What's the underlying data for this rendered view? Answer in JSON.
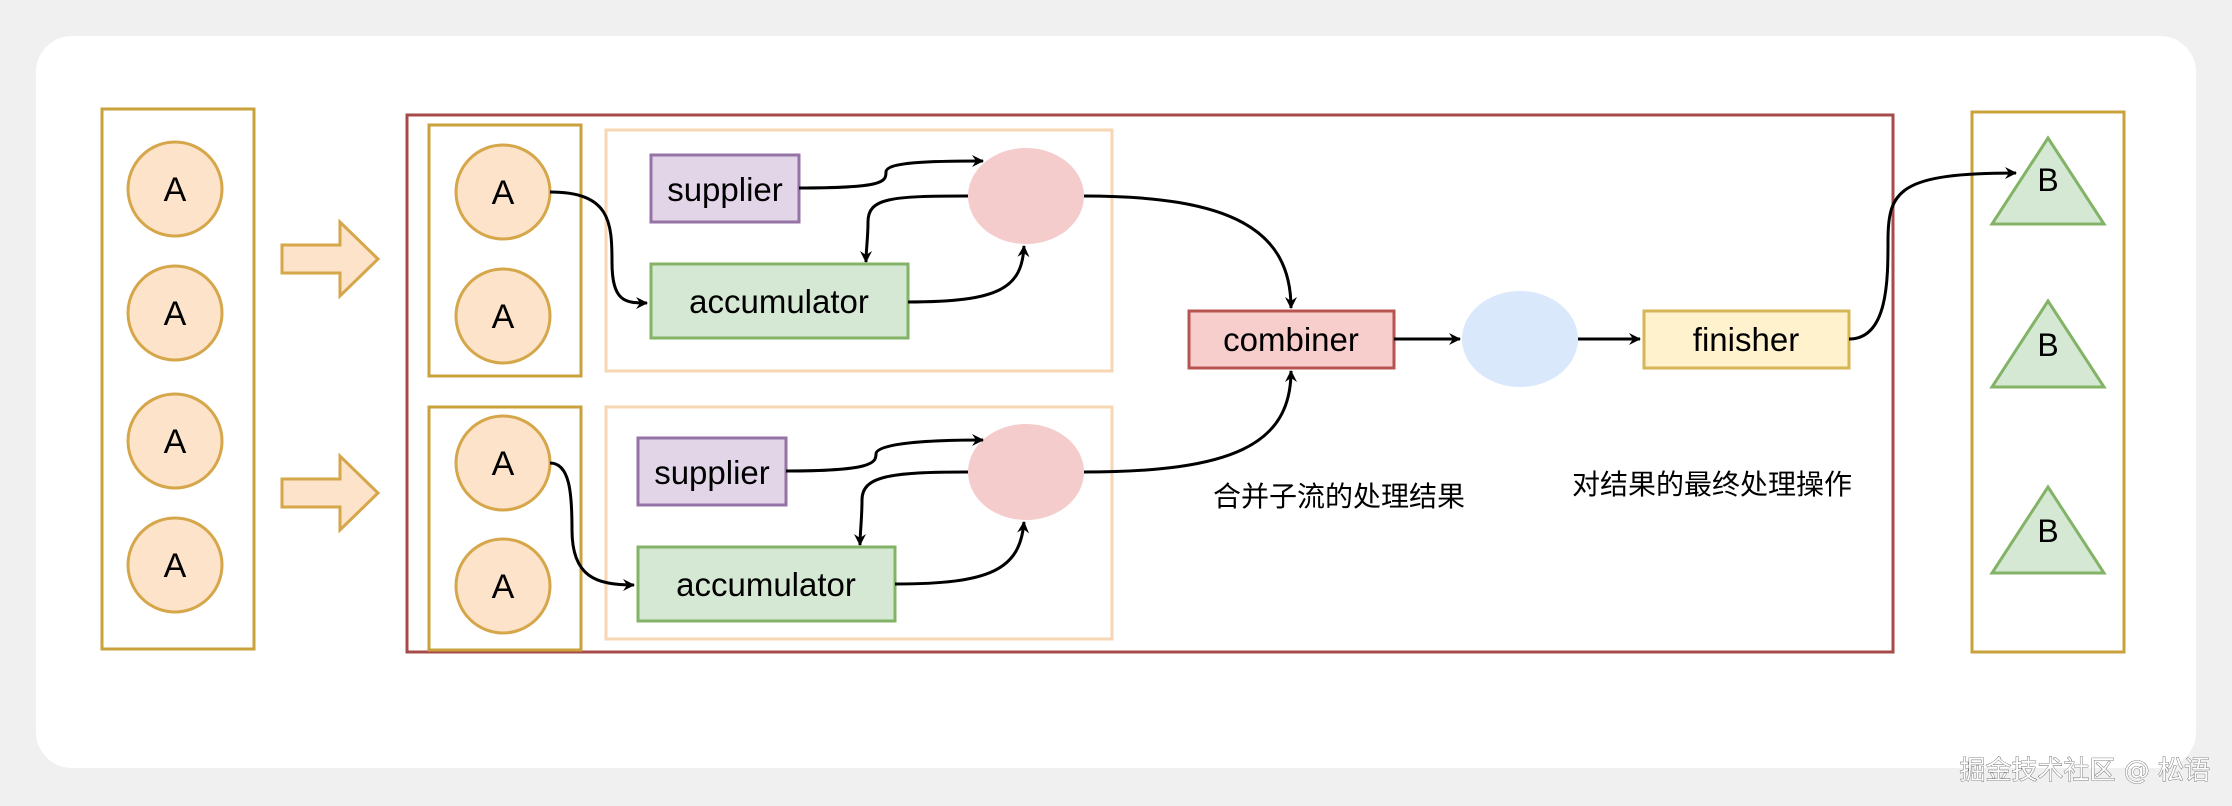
{
  "input_items": [
    "A",
    "A",
    "A",
    "A"
  ],
  "substream_1": {
    "items": [
      "A",
      "A"
    ],
    "supplier_label": "supplier",
    "accumulator_label": "accumulator"
  },
  "substream_2": {
    "items": [
      "A",
      "A"
    ],
    "supplier_label": "supplier",
    "accumulator_label": "accumulator"
  },
  "combiner_label": "combiner",
  "finisher_label": "finisher",
  "combiner_caption": "合并子流的处理结果",
  "finisher_caption": "对结果的最终处理操作",
  "output_items": [
    "B",
    "B",
    "B"
  ],
  "watermark": "掘金技术社区 @ 松语",
  "colors": {
    "circle_fill": "#fde3c9",
    "circle_stroke": "#d6a64a",
    "group_stroke": "#c9a23c",
    "outer_stroke": "#a74a4a",
    "stage_stroke": "#f7d6b3",
    "supplier_fill": "#e1d5e7",
    "supplier_stroke": "#9673a6",
    "accumulator_fill": "#d5e8d4",
    "accumulator_stroke": "#82b366",
    "pink_fill": "#f4cccc",
    "combiner_fill": "#f8cecc",
    "combiner_stroke": "#b85450",
    "blue_fill": "#dae8fc",
    "finisher_fill": "#fff2cc",
    "finisher_stroke": "#d6b656",
    "triangle_fill": "#d5e8d4",
    "triangle_stroke": "#82b366"
  }
}
